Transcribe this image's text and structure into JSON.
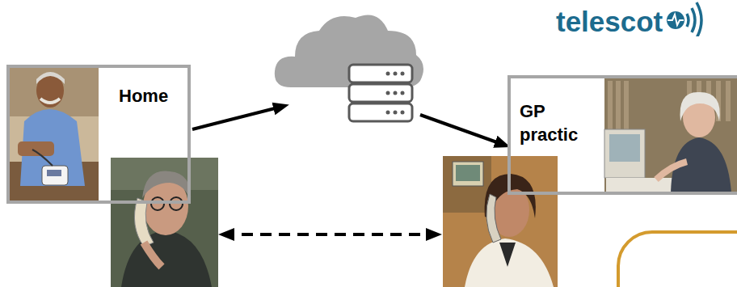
{
  "diagram": {
    "nodes": [
      {
        "text": [
          "Home"
        ]
      },
      {
        "text": [
          "GP practic"
        ]
      }
    ],
    "labels": [
      "telescot"
    ]
  }
}
